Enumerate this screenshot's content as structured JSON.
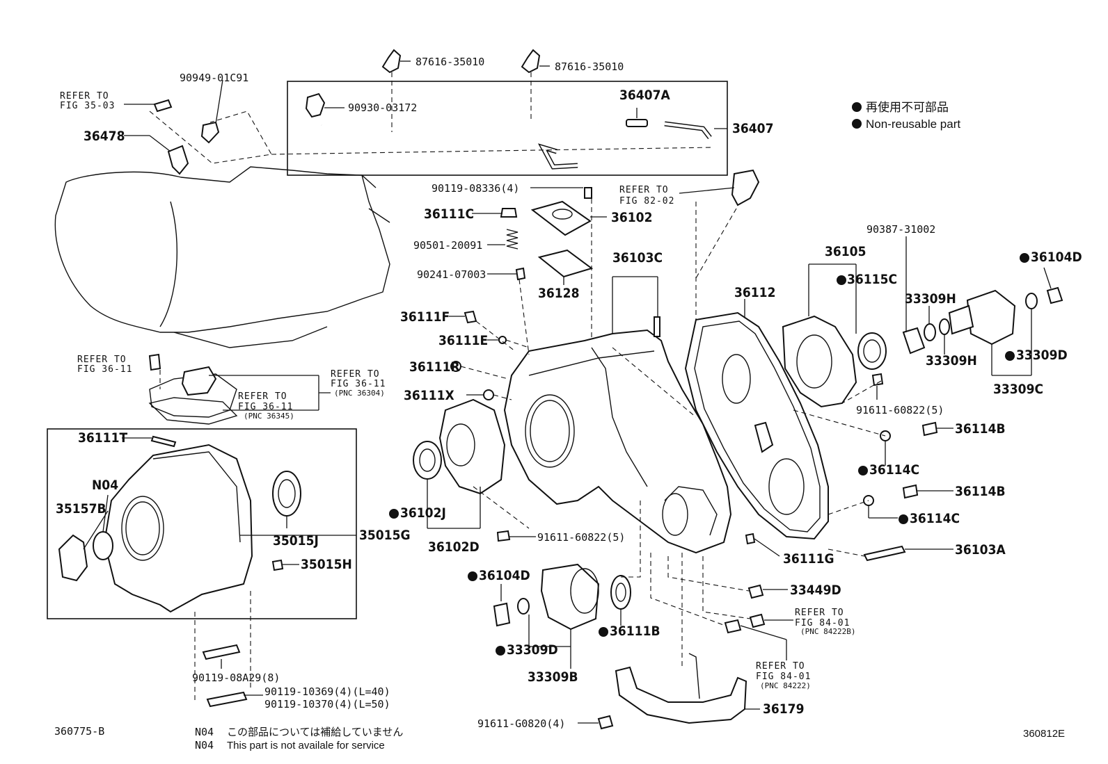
{
  "legend": {
    "jp": "再使用不可部品",
    "en": "Non-reusable part"
  },
  "footer": {
    "left_code": "360775-B",
    "right_code": "360812E",
    "note_code": "N04",
    "note_jp": "この部品については補給していません",
    "note_en": "This part is not availale for service"
  },
  "refs": {
    "r1": [
      "REFER TO",
      "FIG 35-03"
    ],
    "r2": [
      "REFER TO",
      "FIG 82-02"
    ],
    "r3": [
      "REFER TO",
      "FIG 36-11"
    ],
    "r4": [
      "REFER TO",
      "FIG 36-11",
      "(PNC 36304)"
    ],
    "r5": [
      "REFER TO",
      "FIG 36-11",
      "(PNC 36345)"
    ],
    "r6": [
      "REFER TO",
      "FIG 84-01",
      "(PNC 84222B)"
    ],
    "r7": [
      "REFER TO",
      "FIG 84-01",
      "(PNC 84222)"
    ]
  },
  "labels": {
    "p90949": "90949-01C91",
    "p87616a": "87616-35010",
    "p87616b": "87616-35010",
    "p36407a": "36407A",
    "p36407": "36407",
    "p90930": "90930-03172",
    "p36478": "36478",
    "p90119_08336": "90119-08336(4)",
    "p36111c": "36111C",
    "p36102": "36102",
    "p90501": "90501-20091",
    "p90241": "90241-07003",
    "p36128": "36128",
    "p36103c": "36103C",
    "p36111f": "36111F",
    "p36111e": "36111E",
    "p36111r": "36111R",
    "p36111x": "36111X",
    "p36112": "36112",
    "p36105": "36105",
    "p36115c": "36115C",
    "p90387": "90387-31002",
    "p36104d_r": "36104D",
    "p33309h_a": "33309H",
    "p33309h_b": "33309H",
    "p33309d_r": "33309D",
    "p33309c": "33309C",
    "p91611_60822_r": "91611-60822(5)",
    "p36114b_a": "36114B",
    "p36114c_a": "36114C",
    "p36114b_b": "36114B",
    "p36114c_b": "36114C",
    "p36103a": "36103A",
    "p36111g": "36111G",
    "p33449d": "33449D",
    "p36111t": "36111T",
    "pn04": "N04",
    "p35157b": "35157B",
    "p35015j": "35015J",
    "p35015g": "35015G",
    "p35015h": "35015H",
    "p36102j": "36102J",
    "p36102d": "36102D",
    "p91611_60822_l": "91611-60822(5)",
    "p36104d_l": "36104D",
    "p33309d_l": "33309D",
    "p33309b": "33309B",
    "p36111b": "36111B",
    "p36179": "36179",
    "p90119_08a29": "90119-08A29(8)",
    "p90119_10369": "90119-10369(4)(L=40)",
    "p90119_10370": "90119-10370(4)(L=50)",
    "p91611_g0820": "91611-G0820(4)"
  }
}
